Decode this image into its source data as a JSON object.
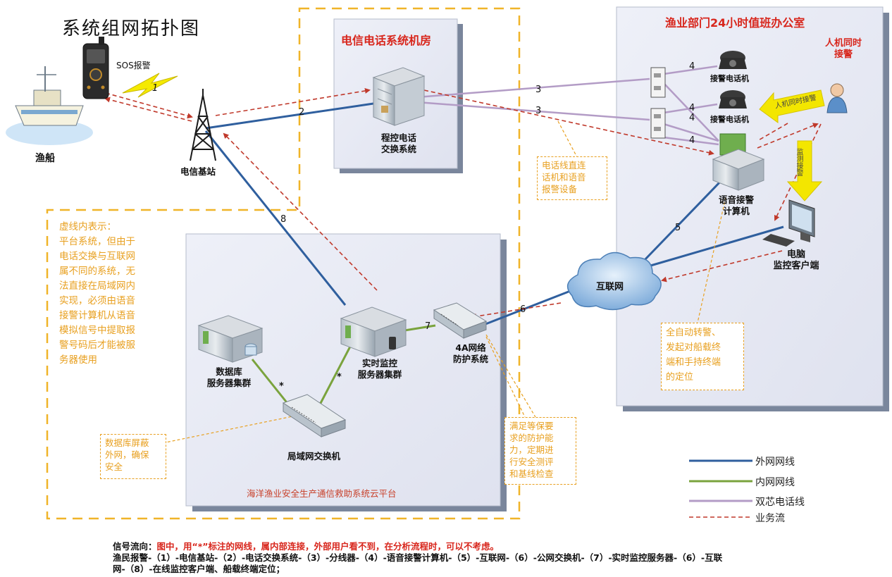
{
  "title": "系统组网拓扑图",
  "nodes": {
    "fishing_boat": "渔船",
    "sos": "SOS报警",
    "base_station": "电信基站",
    "exchange_room": "电信电话系统机房",
    "pbx": [
      "程控电话",
      "交换系统"
    ],
    "office": "渔业部门24小时值班办公室",
    "phone1": "接警电话机",
    "phone2": "接警电话机",
    "human_machine": [
      "人机同时",
      "接警"
    ],
    "voice_pc": [
      "语音接警",
      "计算机"
    ],
    "pc_client": [
      "电脑",
      "监控客户端"
    ],
    "internet": "互联网",
    "firewall": [
      "4A网络",
      "防护系统"
    ],
    "monitor_cluster": [
      "实时监控",
      "服务器集群"
    ],
    "db_cluster": [
      "数据库",
      "服务器集群"
    ],
    "lan_switch": "局域网交换机",
    "cloud_platform": "海洋渔业安全生产通信救助系统云平台",
    "arrow_label_1": "人机同时接警",
    "arrow_label_2": "监测接警"
  },
  "edge_labels": {
    "e1": "1",
    "e2": "2",
    "e3a": "3",
    "e3b": "3",
    "e4a": "4",
    "e4b": "4",
    "e4c": "4",
    "e4d": "4",
    "e5": "5",
    "e6": "6",
    "e7": "7",
    "e8": "8",
    "star1": "*",
    "star2": "*"
  },
  "notes": {
    "dashed_area": [
      "虚线内表示：",
      "平台系统，但由于",
      "电话交换与互联网",
      "属不同的系统，无",
      "法直接在局域网内",
      "实现，必须由语音",
      "接警计算机从语音",
      "模拟信号中提取报",
      "警号码后才能被服",
      "务器使用"
    ],
    "phone_line": [
      "电话线直连",
      "话机和语音",
      "报警设备"
    ],
    "auto_forward": [
      "全自动转警、",
      "发起对船载终",
      "端和手持终端",
      "的定位"
    ],
    "db_shield": [
      "数据库屏蔽",
      "外网，确保",
      "安全"
    ],
    "protection": [
      "满足等保要",
      "求的防护能",
      "力，定期进",
      "行安全测评",
      "和基线检查"
    ]
  },
  "legend": [
    "外网网线",
    "内网网线",
    "双芯电话线",
    "业务流"
  ],
  "footer": {
    "prefix": "信号流向：",
    "red": "图中，用“*”标注的网线，属内部连接，外部用户看不到，在分析流程时，可以不考虑。",
    "line2": "渔民报警-（1）-电信基站-（2）-电话交换系统-（3）-分线器-（4）-语音接警计算机-（5）-互联网-（6）-公网交换机-（7）-实时监控服务器-（6）-互联",
    "line3": "网-（8）-在线监控客户端、船载终端定位；"
  },
  "colors": {
    "external": "#2f5f9e",
    "internal": "#7aa33d",
    "phone": "#b39cc6",
    "flow": "#c0392b",
    "dashed_region": "#f0b429",
    "note": "#e8a020",
    "box_fill": "#e6e8f4"
  },
  "icons": [
    "boat-icon",
    "handheld-terminal-icon",
    "tower-icon",
    "server-icon",
    "telephone-icon",
    "splitter-icon",
    "person-icon",
    "monitor-icon",
    "cloud-icon",
    "switch-icon"
  ]
}
